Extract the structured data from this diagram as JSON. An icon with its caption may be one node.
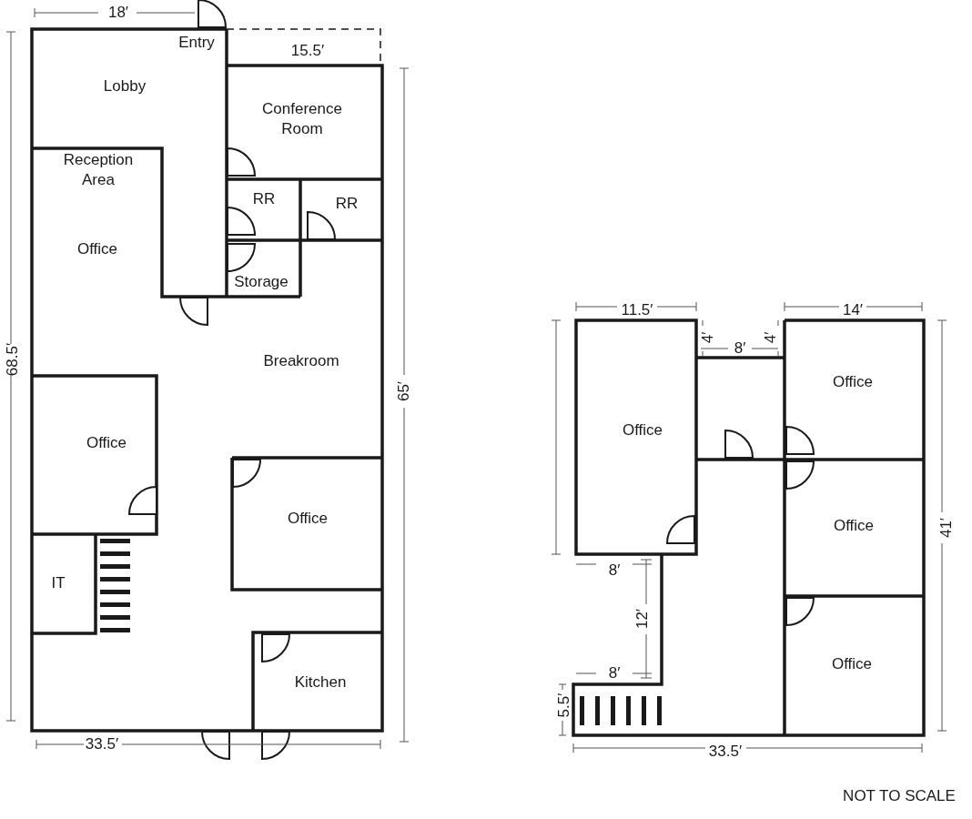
{
  "diagram": {
    "labels": [
      "18′",
      "Entry",
      "15.5′",
      "Lobby",
      "Conference Room",
      "Reception Area",
      "RR",
      "RR",
      "Office",
      "Storage",
      "11.5′",
      "14′",
      "4′",
      "8′",
      "4′",
      "68.5′",
      "Breakroom",
      "65′",
      "Office",
      "Office",
      "Office",
      "Office",
      "Office",
      "41′",
      "8′",
      "IT",
      "12′",
      "Office",
      "8′",
      "Kitchen",
      "5.5′",
      "33.5′",
      "33.5′",
      "NOT TO SCALE"
    ]
  }
}
